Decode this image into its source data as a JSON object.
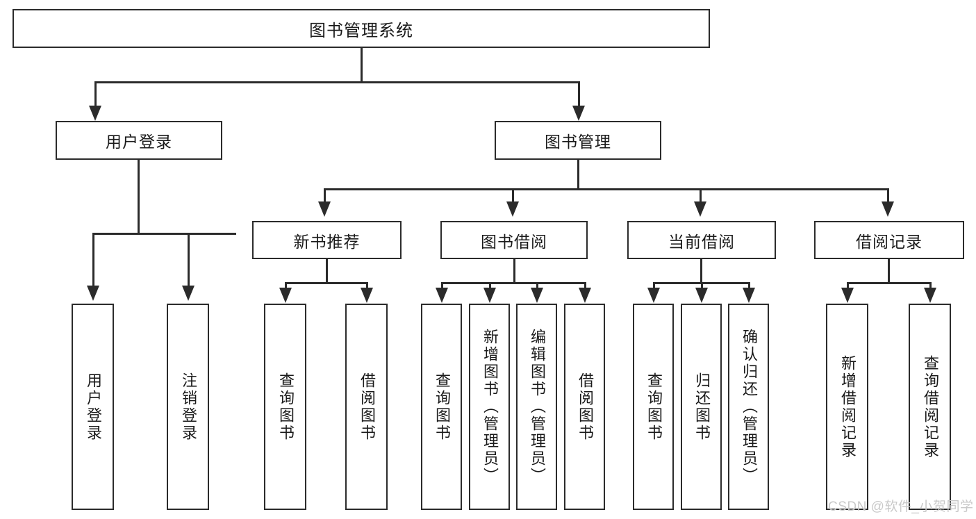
{
  "diagram": {
    "title": "图书管理系统",
    "type": "hierarchy-tree",
    "root": {
      "id": "root",
      "label": "图书管理系统",
      "orientation": "horizontal"
    },
    "level2": [
      {
        "id": "user-login",
        "label": "用户登录",
        "orientation": "horizontal"
      },
      {
        "id": "book-management",
        "label": "图书管理",
        "orientation": "horizontal"
      },
      {
        "id": "new-book-recommend",
        "label": "新书推荐",
        "orientation": "horizontal"
      },
      {
        "id": "book-borrow",
        "label": "图书借阅",
        "orientation": "horizontal"
      },
      {
        "id": "current-borrow",
        "label": "当前借阅",
        "orientation": "horizontal"
      },
      {
        "id": "borrow-record",
        "label": "借阅记录",
        "orientation": "horizontal"
      }
    ],
    "leaves": {
      "user-login": [
        {
          "id": "leaf-user-login",
          "label": "用户登录"
        },
        {
          "id": "leaf-logout",
          "label": "注销登录"
        }
      ],
      "new-book-recommend": [
        {
          "id": "leaf-query-book-1",
          "label": "查询图书"
        },
        {
          "id": "leaf-borrow-book-1",
          "label": "借阅图书"
        }
      ],
      "book-borrow": [
        {
          "id": "leaf-query-book-2",
          "label": "查询图书"
        },
        {
          "id": "leaf-add-book",
          "label": "新增图书（管理员）"
        },
        {
          "id": "leaf-edit-book",
          "label": "编辑图书（管理员）"
        },
        {
          "id": "leaf-borrow-book-2",
          "label": "借阅图书"
        }
      ],
      "current-borrow": [
        {
          "id": "leaf-query-book-3",
          "label": "查询图书"
        },
        {
          "id": "leaf-return-book",
          "label": "归还图书"
        },
        {
          "id": "leaf-confirm-return",
          "label": "确认归还（管理员）"
        }
      ],
      "borrow-record": [
        {
          "id": "leaf-add-record",
          "label": "新增借阅记录"
        },
        {
          "id": "leaf-query-record",
          "label": "查询借阅记录"
        }
      ]
    }
  },
  "watermark": {
    "text": "CSDN @软件_小贺同学"
  },
  "colors": {
    "stroke": "#2b2b2b",
    "fill": "#ffffff",
    "text": "#1a1a1a",
    "watermark": "#c9c9c9"
  }
}
